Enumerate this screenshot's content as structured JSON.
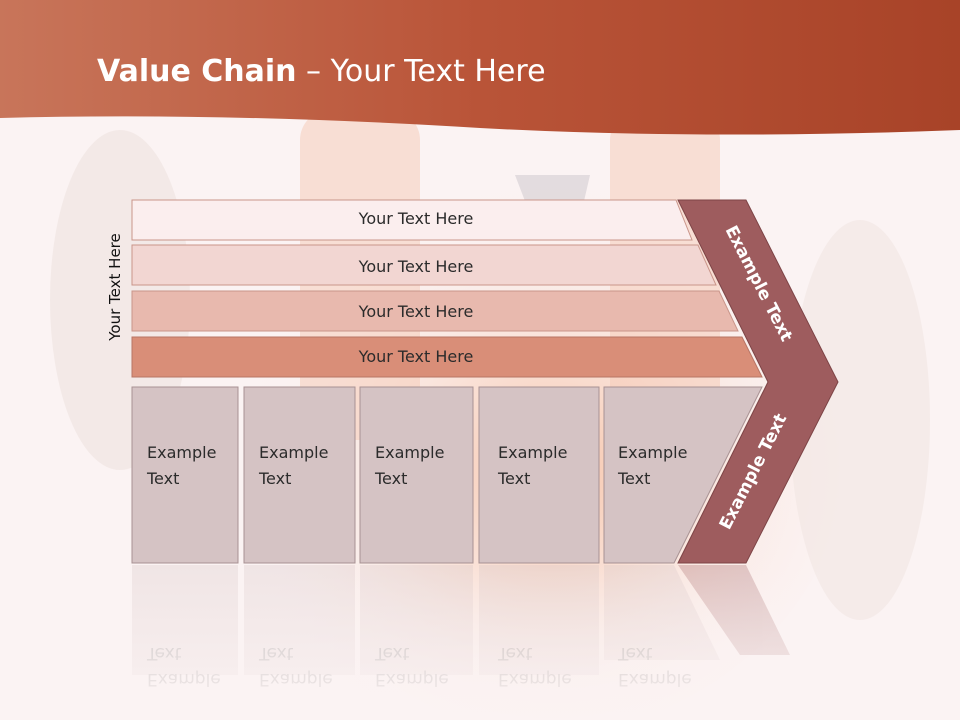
{
  "slide": {
    "title_bold": "Value Chain",
    "title_rest": " – Your Text Here",
    "side_label": "Your Text Here"
  },
  "bars": [
    "Your Text Here",
    "Your Text Here",
    "Your Text Here",
    "Your Text Here"
  ],
  "boxes": [
    {
      "line1": "Example",
      "line2": "Text"
    },
    {
      "line1": "Example",
      "line2": "Text"
    },
    {
      "line1": "Example",
      "line2": "Text"
    },
    {
      "line1": "Example",
      "line2": "Text"
    },
    {
      "line1": "Example",
      "line2": "Text"
    }
  ],
  "chevron": {
    "upper_label": "Example Text",
    "lower_label": "Example Text"
  },
  "colors": {
    "header": "#c05a3c",
    "bar1": "#fbeeee",
    "bar2": "#f2d6d2",
    "bar3": "#e8b9ae",
    "bar4": "#d98e78",
    "box": "#d5c3c4",
    "chevron": "#9e5c5e"
  }
}
